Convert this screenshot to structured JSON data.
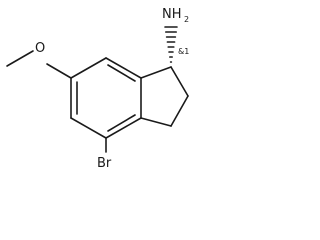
{
  "molecule": {
    "amine_label": "NH",
    "amine_subscript": "2",
    "stereo_label": "&1",
    "bromo_label": "Br",
    "oxygen_label": "O"
  }
}
